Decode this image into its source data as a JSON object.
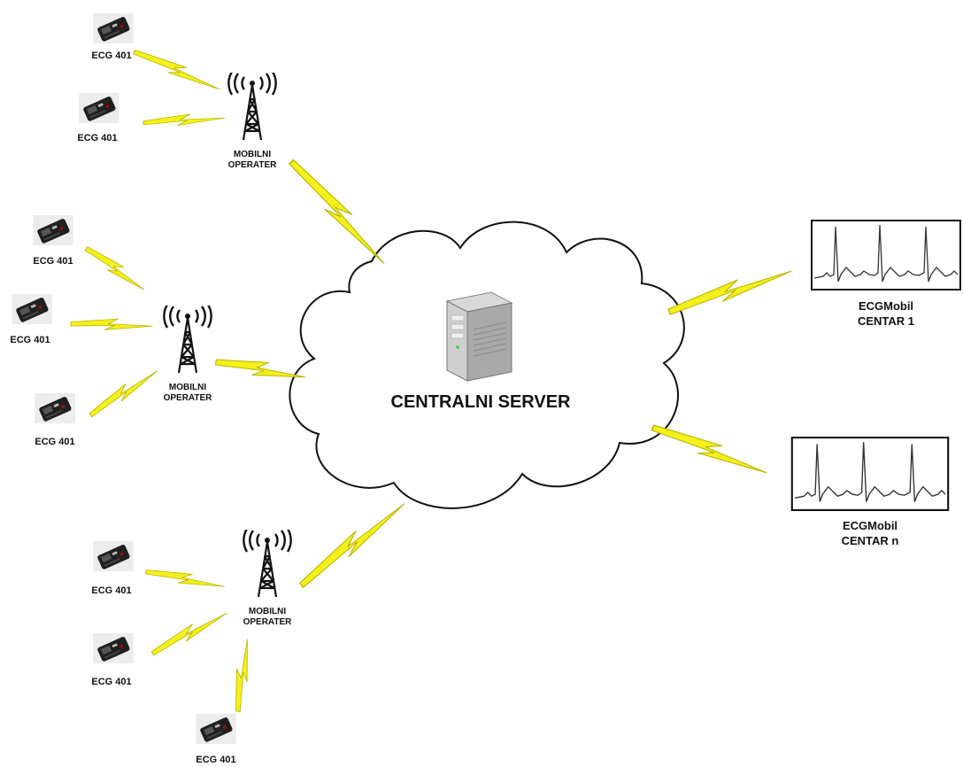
{
  "server": {
    "label": "CENTRALNI SERVER"
  },
  "operators": [
    {
      "line1": "MOBILNI",
      "line2": "OPERATER"
    },
    {
      "line1": "MOBILNI",
      "line2": "OPERATER"
    },
    {
      "line1": "MOBILNI",
      "line2": "OPERATER"
    }
  ],
  "devices": [
    {
      "label": "ECG 401"
    },
    {
      "label": "ECG 401"
    },
    {
      "label": "ECG 401"
    },
    {
      "label": "ECG 401"
    },
    {
      "label": "ECG 401"
    },
    {
      "label": "ECG 401"
    },
    {
      "label": "ECG 401"
    },
    {
      "label": "ECG 401"
    }
  ],
  "centers": [
    {
      "line1": "ECGMobil",
      "line2": "CENTAR 1"
    },
    {
      "line1": "ECGMobil",
      "line2": "CENTAR n"
    }
  ],
  "colors": {
    "bolt": "#f4f01a",
    "bolt_stroke": "#b8b300",
    "ink": "#111111"
  },
  "icons": [
    "ecg-device-icon",
    "antenna-tower-icon",
    "server-icon",
    "cloud-icon",
    "lightning-icon",
    "ecg-monitor-icon"
  ]
}
